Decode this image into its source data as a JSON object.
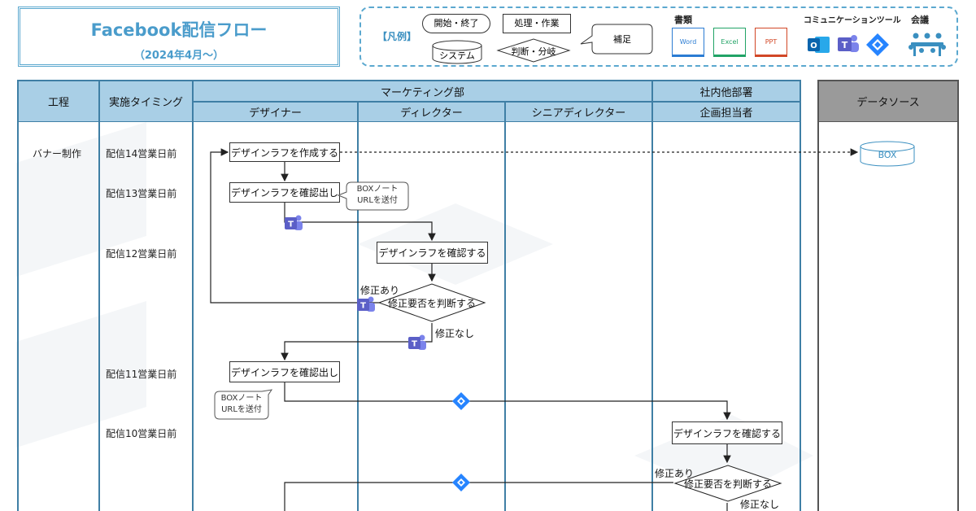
{
  "title": {
    "main": "Facebook配信フロー",
    "sub": "（2024年4月～）"
  },
  "legend": {
    "label": "【凡例】",
    "start_end": "開始・終了",
    "process": "処理・作業",
    "supplement": "補足",
    "system": "システム",
    "decision": "判断・分岐",
    "documents_title": "書類",
    "documents": [
      "Word",
      "Excel",
      "PPT"
    ],
    "communication_title": "コミュニケーションツール",
    "meeting_title": "会議"
  },
  "header": {
    "process": "工程",
    "timing": "実施タイミング",
    "marketing": "マーケティング部",
    "other_dept": "社内他部署",
    "datasource": "データソース",
    "designer": "デザイナー",
    "director": "ディレクター",
    "senior_director": "シニアディレクター",
    "planner": "企画担当者"
  },
  "process_name": "バナー制作",
  "timings": [
    "配信14営業日前",
    "配信13営業日前",
    "配信12営業日前",
    "配信11営業日前",
    "配信10営業日前"
  ],
  "nodes": {
    "create_draft": "デザインラフを作成する",
    "confirm_request_1": "デザインラフを確認出し",
    "director_check": "デザインラフを確認する",
    "director_decision": "修正要否を判断する",
    "confirm_request_2": "デザインラフを確認出し",
    "planner_check": "デザインラフを確認する",
    "planner_decision": "修正要否を判断する",
    "box": "BOX"
  },
  "callouts": {
    "box_note_1": [
      "BOXノート",
      "URLを送付"
    ],
    "box_note_2": [
      "BOXノート",
      "URLを送付"
    ]
  },
  "labels": {
    "fix_yes_1": "修正あり",
    "fix_no_1": "修正なし",
    "fix_yes_2": "修正あり",
    "fix_no_2": "修正なし"
  },
  "colors": {
    "header_blue": "#a9cfe6",
    "border_blue": "#3f7fa5",
    "title_blue": "#4a9ccb",
    "word_blue": "#2b7cd3",
    "excel_green": "#21a366",
    "ppt_red": "#d24726",
    "teams_purple": "#5b5fc7",
    "jira_blue": "#2684ff"
  },
  "icons": [
    "outlook-icon",
    "teams-icon",
    "jira-icon",
    "meeting-icon"
  ]
}
